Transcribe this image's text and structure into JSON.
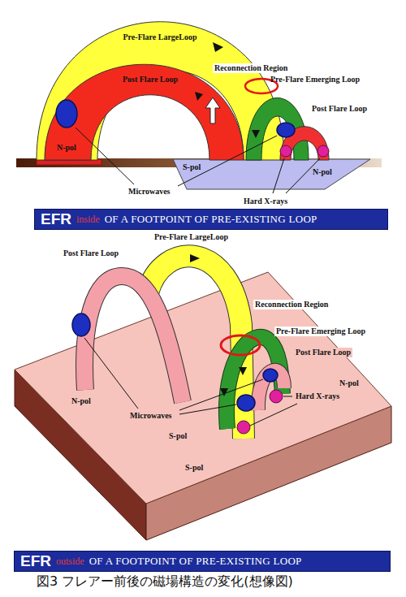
{
  "diagram": {
    "caption": "図3 フレアー前後の磁場構造の変化(想像図)",
    "nodes": [
      {
        "text": [
          "EFR",
          "inside",
          "OF A FOOTPOINT OF PRE-EXISTING LOOP"
        ]
      },
      {
        "text": [
          "EFR",
          "outside",
          "OF A FOOTPOINT OF PRE-EXISTING LOOP"
        ]
      }
    ],
    "labels": [
      "Pre-Flare LargeLoop",
      "Reconnection Region",
      "Post Flare Loop",
      "Pre-Flare Emerging Loop",
      "Post Flare Loop",
      "N-pol",
      "S-pol",
      "N-pol",
      "Microwaves",
      "Hard X-rays",
      "Pre-Flare LargeLoop",
      "Post Flare Loop",
      "Reconnection Region",
      "Pre-Flare Emerging Loop",
      "Post Flare Loop",
      "N-pol",
      "Hard X-rays",
      "N-pol",
      "Microwaves",
      "S-pol",
      "S-pol"
    ]
  }
}
